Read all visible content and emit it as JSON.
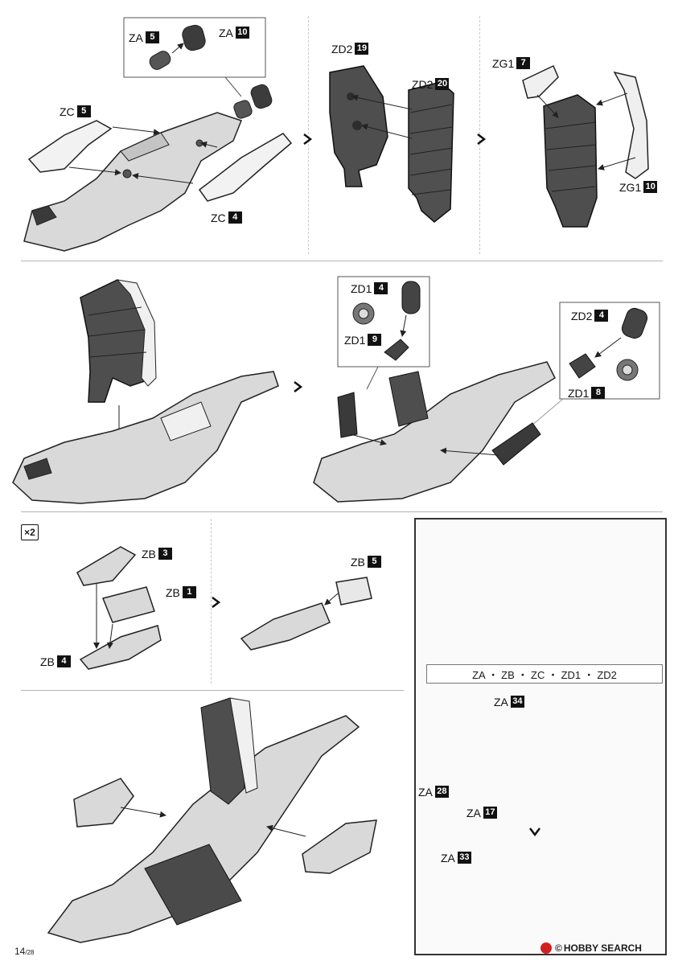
{
  "labels": {
    "s1_za5": {
      "code": "ZA",
      "num": "5"
    },
    "s1_za10": {
      "code": "ZA",
      "num": "10"
    },
    "s1_zc5": {
      "code": "ZC",
      "num": "5"
    },
    "s1_zc4": {
      "code": "ZC",
      "num": "4"
    },
    "s2_zd2_19": {
      "code": "ZD2",
      "num": "19"
    },
    "s2_zd2_20": {
      "code": "ZD2",
      "num": "20"
    },
    "s3_zg1_7": {
      "code": "ZG1",
      "num": "7"
    },
    "s3_zg1_10": {
      "code": "ZG1",
      "num": "10"
    },
    "s5_zd1_4": {
      "code": "ZD1",
      "num": "4"
    },
    "s5_zd1_9": {
      "code": "ZD1",
      "num": "9"
    },
    "s5_zd2_4": {
      "code": "ZD2",
      "num": "4"
    },
    "s5_zd1_8": {
      "code": "ZD1",
      "num": "8"
    },
    "s6_zb3": {
      "code": "ZB",
      "num": "3"
    },
    "s6_zb1": {
      "code": "ZB",
      "num": "1"
    },
    "s6_zb4": {
      "code": "ZB",
      "num": "4"
    },
    "s7_zb5": {
      "code": "ZB",
      "num": "5"
    },
    "m_za34": {
      "code": "ZA",
      "num": "34"
    },
    "m_za28": {
      "code": "ZA",
      "num": "28"
    },
    "m_za17": {
      "code": "ZA",
      "num": "17"
    },
    "m_za33": {
      "code": "ZA",
      "num": "33"
    }
  },
  "quantity_badge": "×2",
  "materials_bar": "ZA ・ ZB ・ ZC ・ ZD1 ・ ZD2",
  "page": {
    "current": "14",
    "total": "/28"
  },
  "watermark": {
    "text": "HOBBY SEARCH",
    "symbol": "©"
  },
  "colors": {
    "part_dark": "#4a4a4a",
    "part_light": "#d6d6d6",
    "part_white": "#f4f4f4",
    "stroke": "#222222"
  }
}
